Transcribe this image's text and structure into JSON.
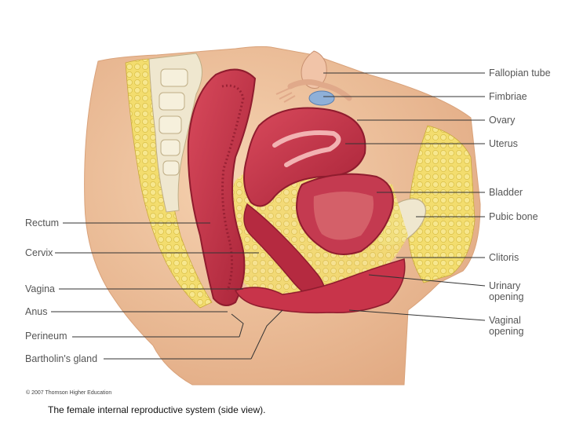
{
  "colors": {
    "skin": "#f0c6a0",
    "skin_shadow": "#d9a27a",
    "fat": "#f3dd6e",
    "bone": "#efe7cf",
    "muscle": "#c8344a",
    "muscle_dark": "#8f1c2e",
    "muscle_light": "#e07a7a",
    "leader_line": "#333333",
    "label_text": "#555555"
  },
  "labels_left": [
    {
      "name": "label-rectum",
      "text": "Rectum"
    },
    {
      "name": "label-cervix",
      "text": "Cervix"
    },
    {
      "name": "label-vagina",
      "text": "Vagina"
    },
    {
      "name": "label-anus",
      "text": "Anus"
    },
    {
      "name": "label-perineum",
      "text": "Perineum"
    },
    {
      "name": "label-bartholins-gland",
      "text": "Bartholin's gland"
    }
  ],
  "labels_right": [
    {
      "name": "label-fallopian-tube",
      "text": "Fallopian tube"
    },
    {
      "name": "label-fimbriae",
      "text": "Fimbriae"
    },
    {
      "name": "label-ovary",
      "text": "Ovary"
    },
    {
      "name": "label-uterus",
      "text": "Uterus"
    },
    {
      "name": "label-bladder",
      "text": "Bladder"
    },
    {
      "name": "label-pubic-bone",
      "text": "Pubic bone"
    },
    {
      "name": "label-clitoris",
      "text": "Clitoris"
    },
    {
      "name": "label-urinary-opening",
      "text": "Urinary opening"
    },
    {
      "name": "label-vaginal-opening",
      "text": "Vaginal opening"
    }
  ],
  "copyright": "© 2007 Thomson Higher Education",
  "caption": "The female internal reproductive system (side view)."
}
